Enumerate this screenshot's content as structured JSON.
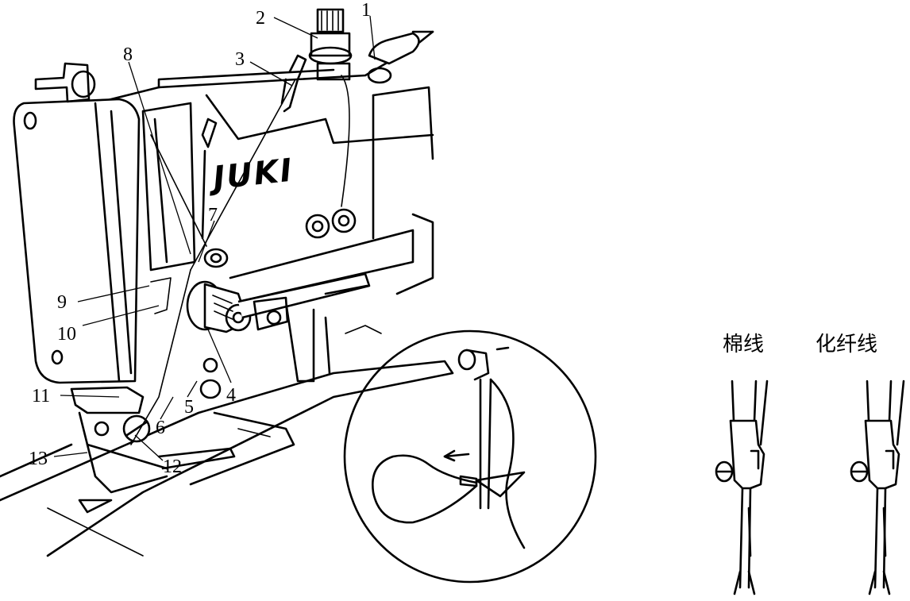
{
  "brand": "JUKI",
  "callouts": [
    "1",
    "2",
    "3",
    "4",
    "5",
    "6",
    "7",
    "8",
    "9",
    "10",
    "11",
    "12",
    "13"
  ],
  "thread_types": {
    "cotton": "棉线",
    "synthetic": "化纤线"
  }
}
